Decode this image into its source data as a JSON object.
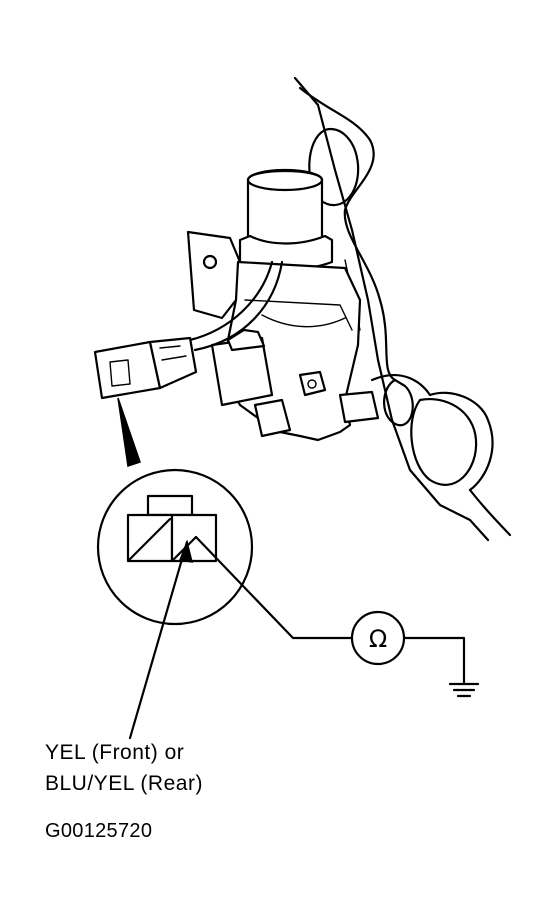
{
  "callout": {
    "line1": "YEL (Front) or",
    "line2": "BLU/YEL (Rear)"
  },
  "figure_id": "G00125720",
  "meter_symbol": "Ω",
  "icons": [
    "ohmmeter-icon",
    "ground-symbol-icon",
    "connector-terminal-icon"
  ]
}
